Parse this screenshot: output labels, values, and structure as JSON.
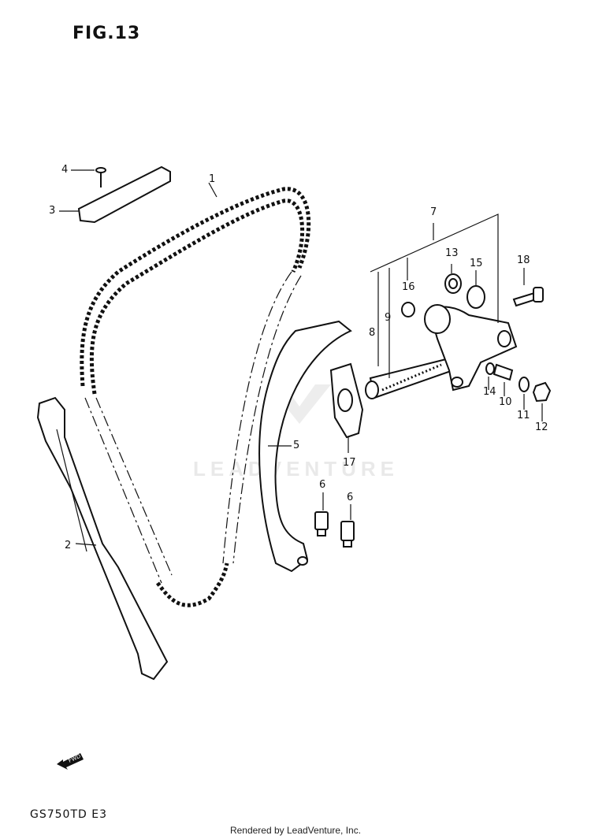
{
  "figure_title": "FIG.13",
  "model_code": "GS750TD E3",
  "footer_text": "Rendered by LeadVenture, Inc.",
  "watermark_text": "LEADVENTURE",
  "forward_label": "FWD",
  "callouts": {
    "c1": "1",
    "c2": "2",
    "c3": "3",
    "c4": "4",
    "c5": "5",
    "c6a": "6",
    "c6b": "6",
    "c7": "7",
    "c8": "8",
    "c9": "9",
    "c10": "10",
    "c11": "11",
    "c12": "12",
    "c13": "13",
    "c14": "14",
    "c15": "15",
    "c16": "16",
    "c17": "17",
    "c18": "18"
  },
  "colors": {
    "ink": "#111111",
    "watermark": "#e9e9e9",
    "background": "#ffffff"
  }
}
